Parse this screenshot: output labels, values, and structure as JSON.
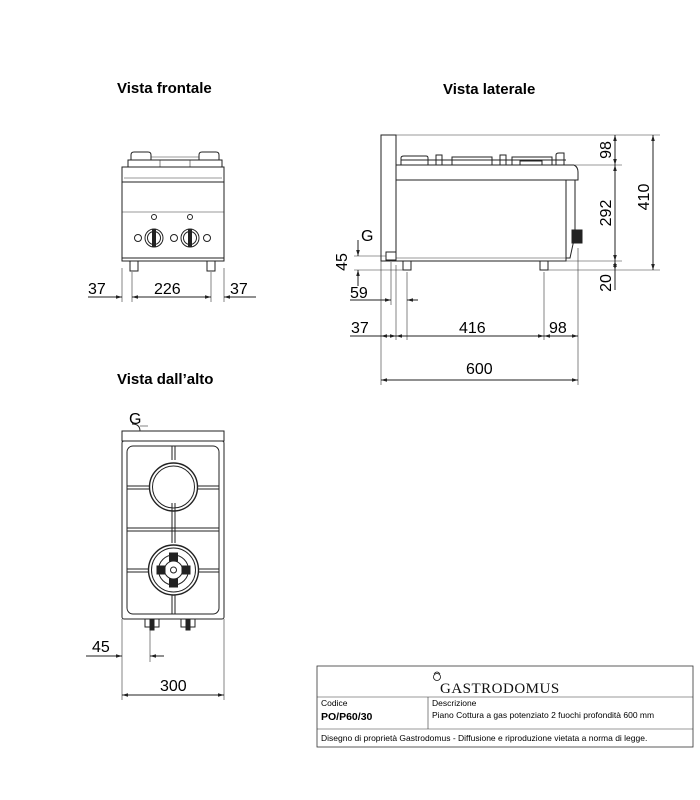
{
  "views": {
    "front": {
      "title": "Vista frontale",
      "dims": {
        "left": "37",
        "center": "226",
        "right": "37"
      }
    },
    "side": {
      "title": "Vista laterale",
      "gas_label": "G",
      "dims": {
        "top_height": "98",
        "body_height": "292",
        "total_height": "410",
        "leg_height": "20",
        "gas_height": "45",
        "gas_offset": "59",
        "left_offset": "37",
        "middle": "416",
        "right_offset": "98",
        "total_depth": "600"
      }
    },
    "top": {
      "title": "Vista dall’alto",
      "gas_label": "G",
      "dims": {
        "left_offset": "45",
        "width": "300"
      }
    }
  },
  "title_block": {
    "brand": "GASTRODOMUS",
    "code_label": "Codice",
    "code_value": "PO/P60/30",
    "desc_label": "Descrizione",
    "desc_value": "Piano Cottura a gas potenziato 2 fuochi profondità 600 mm",
    "footer": "Disegno di proprietà Gastrodomus -  Diffusione e riproduzione vietata a norma di legge."
  }
}
